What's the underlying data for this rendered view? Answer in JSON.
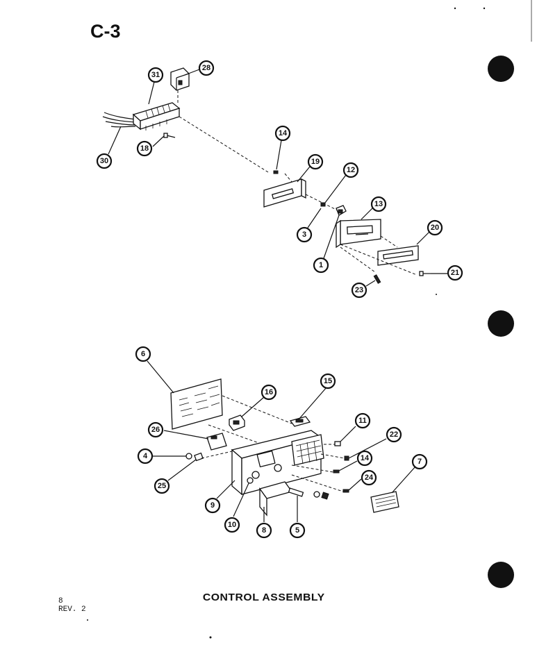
{
  "page_label": "C-3",
  "title": "CONTROL ASSEMBLY",
  "page_number": "8",
  "revision": "REV. 2",
  "binder_holes": 3,
  "callouts": {
    "top": [
      "31",
      "28",
      "30",
      "18",
      "14",
      "19",
      "12",
      "3",
      "13",
      "1",
      "20",
      "23",
      "21"
    ],
    "bottom": [
      "6",
      "16",
      "15",
      "26",
      "11",
      "22",
      "4",
      "14",
      "25",
      "24",
      "7",
      "9",
      "10",
      "8",
      "5"
    ]
  }
}
